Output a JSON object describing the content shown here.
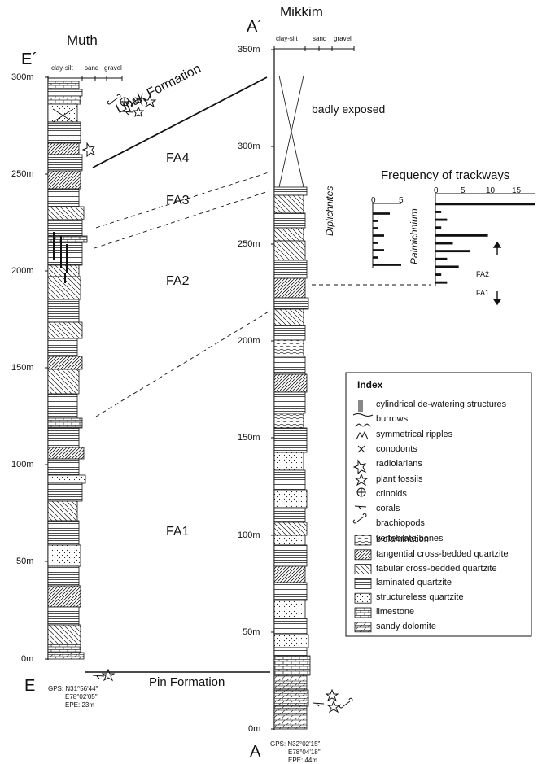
{
  "sections": {
    "muth": {
      "name": "Muth",
      "top_label": "E´",
      "bottom_label": "E",
      "gps": [
        "GPS: N31°56'44\"",
        "E78°02'05\"",
        "EPE: 23m"
      ],
      "grain_scale": [
        "clay-silt",
        "sand",
        "gravel"
      ],
      "depth_ticks": [
        "0m",
        "50m",
        "100m",
        "150m",
        "200m",
        "250m",
        "300m"
      ]
    },
    "mikkim": {
      "name": "Mikkim",
      "top_label": "A´",
      "bottom_label": "A",
      "gps": [
        "GPS: N32°02'15\"",
        "E78°04'18\"",
        "EPE: 44m"
      ],
      "grain_scale": [
        "clay-silt",
        "sand",
        "gravel"
      ],
      "depth_ticks": [
        "0m",
        "50m",
        "100m",
        "150m",
        "200m",
        "250m",
        "300m",
        "350m"
      ],
      "badly_exposed": "badly exposed"
    }
  },
  "formations": {
    "lipak": "Lipak Formation",
    "pin": "Pin Formation"
  },
  "facies": {
    "fa1": "FA1",
    "fa2": "FA2",
    "fa3": "FA3",
    "fa4": "FA4"
  },
  "trackways": {
    "title": "Frequency of trackways",
    "diplichnites": {
      "name": "Diplichnites",
      "ticks": [
        "0",
        "5"
      ],
      "values": [
        3,
        1,
        1,
        2,
        1,
        2,
        1,
        5
      ]
    },
    "palmichnium": {
      "name": "Palmichnium",
      "ticks": [
        "0",
        "5",
        "10",
        "15"
      ],
      "values": [
        17,
        1,
        2,
        1,
        9,
        3,
        6,
        2,
        4,
        1,
        2
      ]
    },
    "fa2_marker": "FA2",
    "fa1_marker": "FA1"
  },
  "index": {
    "title": "Index",
    "symbols": [
      {
        "icon": "dewatering-icon",
        "label": "cylindrical de-watering structures"
      },
      {
        "icon": "burrows-icon",
        "label": "burrows"
      },
      {
        "icon": "ripples-icon",
        "label": "symmetrical ripples"
      },
      {
        "icon": "conodonts-icon",
        "label": "conodonts"
      },
      {
        "icon": "radiolarians-icon",
        "label": "radiolarians"
      },
      {
        "icon": "plant-fossils-icon",
        "label": "plant fossils"
      },
      {
        "icon": "crinoids-icon",
        "label": "crinoids"
      },
      {
        "icon": "corals-icon",
        "label": "corals"
      },
      {
        "icon": "brachiopods-icon",
        "label": "brachiopods"
      },
      {
        "icon": "vertebrate-bones-icon",
        "label": "vertebrate bones"
      }
    ],
    "lithologies": [
      {
        "pattern": "biolamination",
        "label": "biolamination"
      },
      {
        "pattern": "tangential",
        "label": "tangential cross-bedded quartzite"
      },
      {
        "pattern": "tabular",
        "label": "tabular cross-bedded quartzite"
      },
      {
        "pattern": "laminated",
        "label": "laminated quartzite"
      },
      {
        "pattern": "structureless",
        "label": "structureless quartzite"
      },
      {
        "pattern": "limestone",
        "label": "limestone"
      },
      {
        "pattern": "dolomite",
        "label": "sandy dolomite"
      }
    ]
  }
}
